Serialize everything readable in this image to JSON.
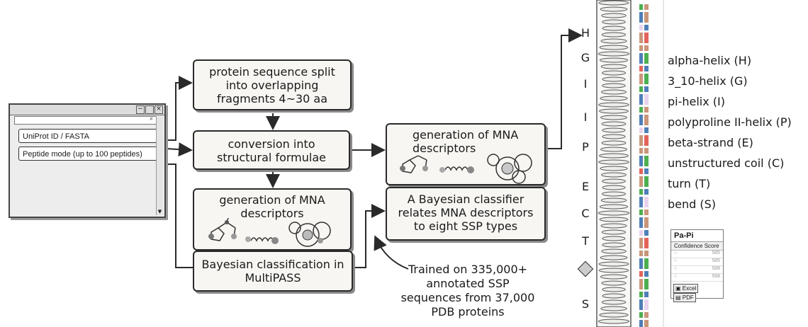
{
  "input_window": {
    "field1": "UniProt ID / FASTA",
    "field2": "Peptide mode (up to 100 peptides)"
  },
  "boxes": {
    "split": "protein sequence split into overlapping fragments 4~30 aa",
    "conversion": "conversion into structural formulae",
    "mna_left": "generation of MNA descriptors",
    "bayes_left": "Bayesian classification in MultiPASS",
    "mna_right": "generation of MNA descriptors",
    "classifier": "A Bayesian classifier relates MNA descriptors to eight SSP types"
  },
  "note": "Trained on 335,000+ annotated SSP sequences from 37,000 PDB proteins",
  "ssp_letters": [
    "H",
    "G",
    "I",
    "I",
    "P",
    "E",
    "C",
    "T",
    "S"
  ],
  "legend": [
    "alpha-helix (H)",
    "3_10-helix (G)",
    "pi-helix (I)",
    "polyproline II-helix (P)",
    "beta-strand (E)",
    "unstructured coil (C)",
    "turn (T)",
    "bend (S)"
  ],
  "papi": {
    "title": "Pa-Pi",
    "subtitle": "Confidence Score",
    "rows": [
      "585",
      "585",
      "588",
      "568"
    ],
    "excel": "Excel",
    "pdf": "PDF"
  },
  "colors": {
    "stroke": "#2a2a2a",
    "box_fill": "#f7f6f2",
    "bar_blue": "#4f7fb8",
    "bar_tan": "#c9967a",
    "bar_green": "#4caf50",
    "bar_red": "#e2645a",
    "bar_lilac": "#e8d3ee"
  }
}
